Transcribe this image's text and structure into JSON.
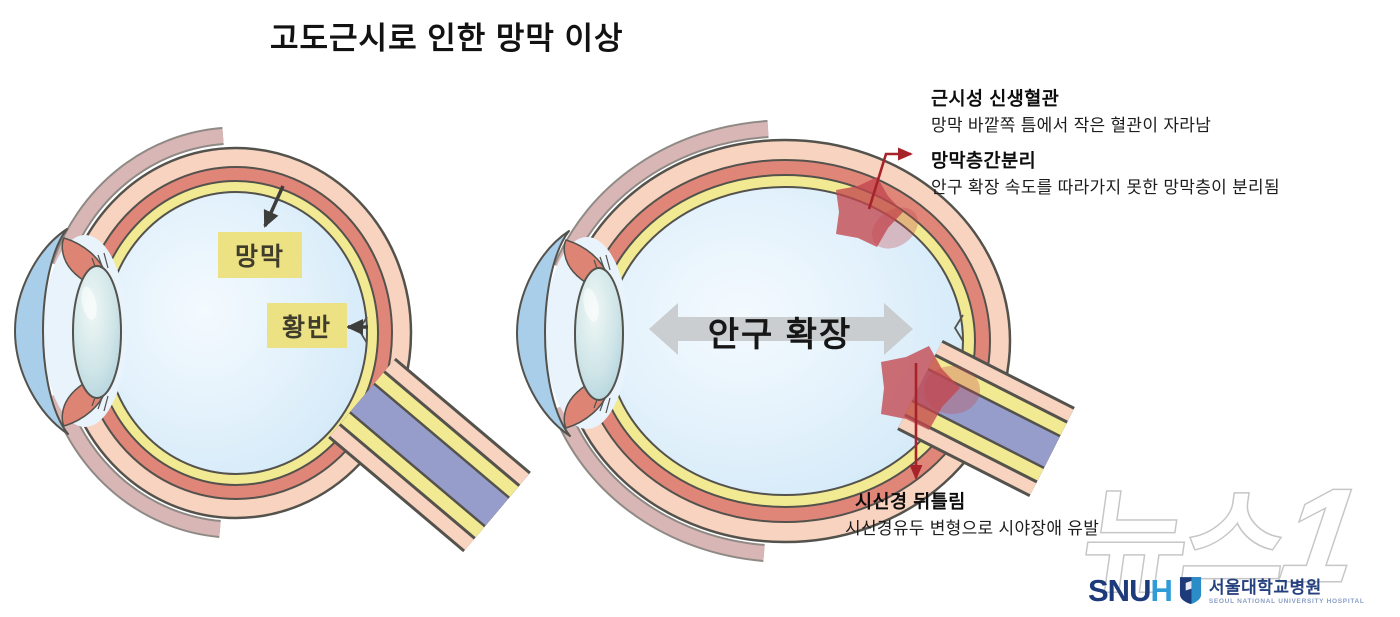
{
  "title": "고도근시로 인한 망막 이상",
  "left_eye": {
    "retina_label": "망막",
    "macula_label": "황반"
  },
  "right_eye": {
    "expansion_label": "안구 확장",
    "annotations": [
      {
        "heading": "근시성 신생혈관",
        "description": "망막 바깥쪽 틈에서 작은 혈관이 자라남"
      },
      {
        "heading": "망막층간분리",
        "description": "안구 확장 속도를 따라가지 못한 망막층이 분리됨"
      },
      {
        "heading": "시신경 뒤틀림",
        "description": "시신경유두 변형으로 시야장애 유발"
      }
    ]
  },
  "watermark": {
    "korean": "뉴스",
    "digit": "1"
  },
  "logo": {
    "acronym_main": "SNU",
    "acronym_accent": "H",
    "name_korean": "서울대학교병원",
    "name_english": "SEOUL NATIONAL UNIVERSITY HOSPITAL"
  },
  "colors": {
    "sclera": "#f8d3bf",
    "choroid": "#e08679",
    "retina_layer": "#f1ea92",
    "vitreous": "#dcedf9",
    "cornea": "#a9cee9",
    "optic_nerve": "#979dca",
    "eye_muscle": "#d9b6b6",
    "label_box": "#ece284",
    "lesion_red": "#c3474e",
    "annotation_arrow_red": "#a6232a",
    "expansion_arrow_gray": "#c7cacc",
    "logo_navy": "#1d3a7a",
    "logo_blue": "#2e9cd6"
  }
}
